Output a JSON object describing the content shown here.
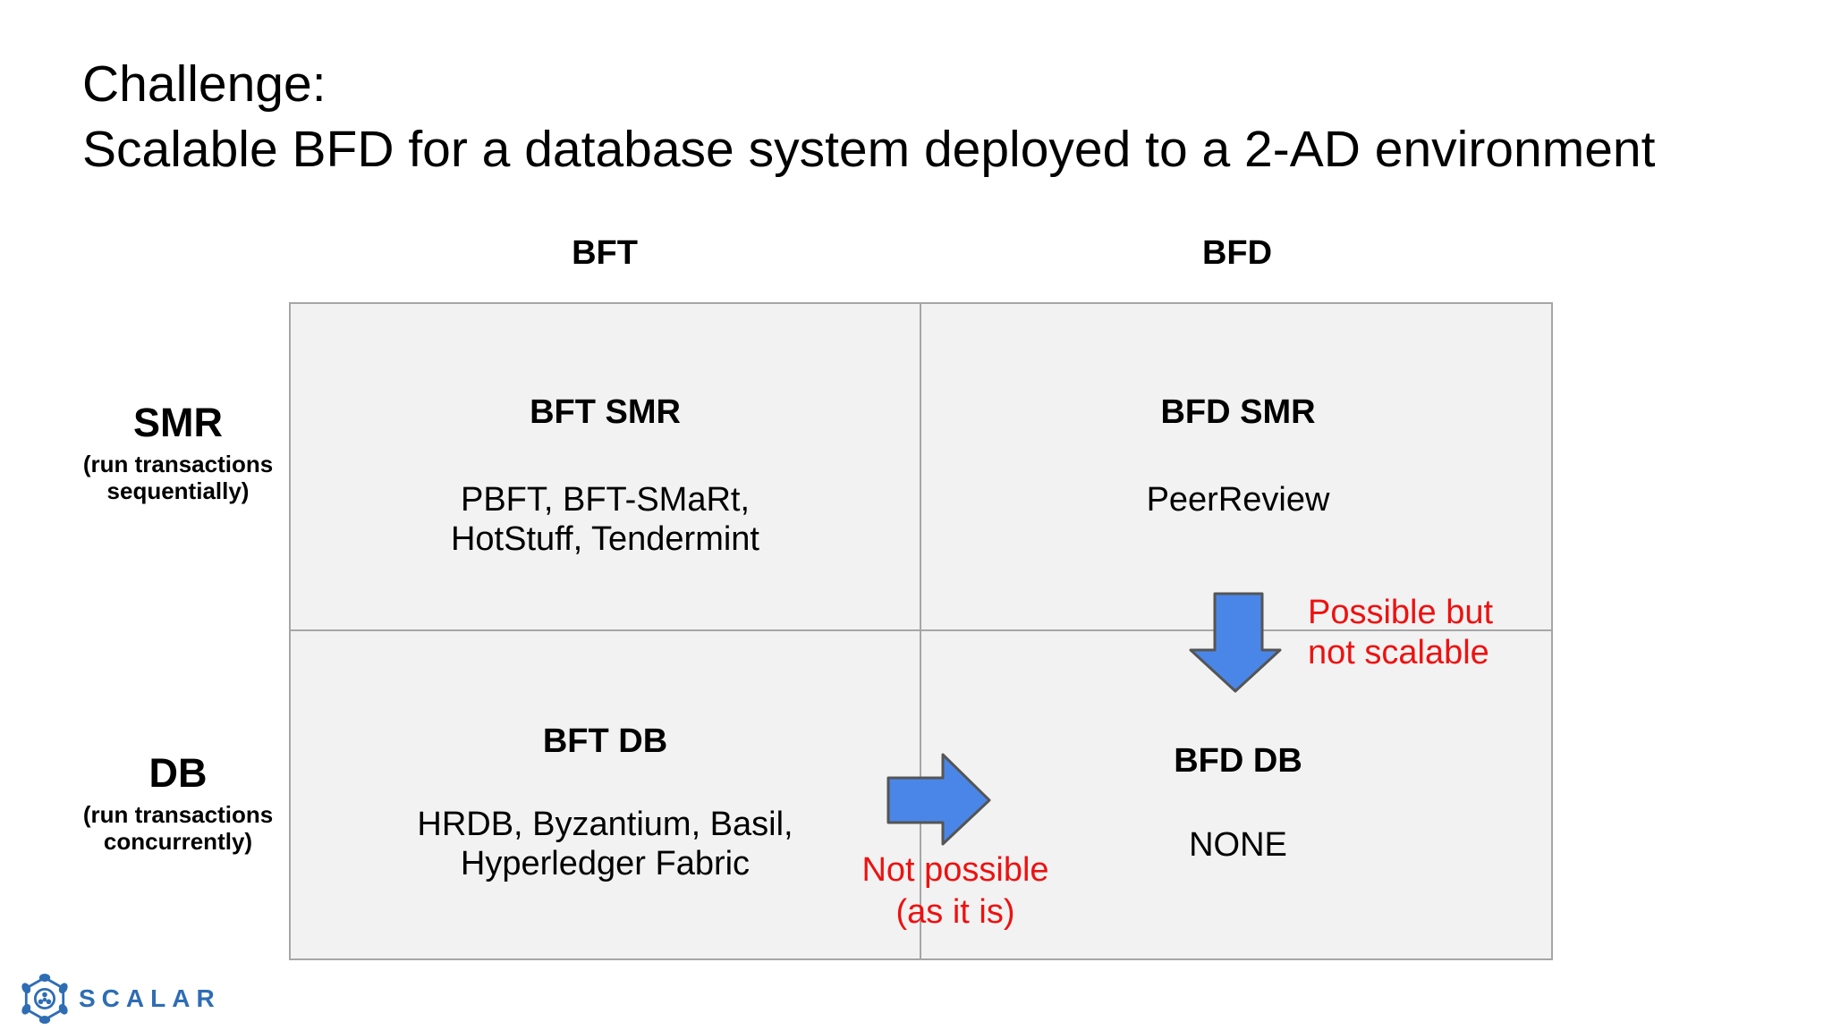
{
  "slide": {
    "title_line1": "Challenge:",
    "title_line2": "Scalable BFD for a database system deployed to a 2-AD environment"
  },
  "matrix": {
    "col_headers": [
      "BFT",
      "BFD"
    ],
    "row_headers": [
      {
        "title": "SMR",
        "sub_line1": "(run transactions",
        "sub_line2": "sequentially)"
      },
      {
        "title": "DB",
        "sub_line1": "(run transactions",
        "sub_line2": "concurrently)"
      }
    ],
    "cells": [
      {
        "title": "BFT SMR",
        "body": [
          "PBFT, BFT-SMaRt,",
          "HotStuff, Tendermint"
        ]
      },
      {
        "title": "BFD SMR",
        "body": [
          "PeerReview"
        ]
      },
      {
        "title": "BFT DB",
        "body": [
          "HRDB, Byzantium, Basil,",
          "Hyperledger Fabric"
        ]
      },
      {
        "title": "BFD DB",
        "body": [
          "NONE"
        ]
      }
    ]
  },
  "annotations": {
    "possible_but": {
      "line1": "Possible but",
      "line2": "not scalable"
    },
    "not_possible": {
      "line1": "Not possible",
      "line2": "(as it is)"
    }
  },
  "icons": {
    "down_arrow": "down-arrow-icon",
    "right_arrow": "right-arrow-icon",
    "scalar_emblem": "scalar-hexagon-logo-icon"
  },
  "footer": {
    "logo_text": "SCALAR"
  },
  "colors": {
    "arrow_blue": "#4a86e8",
    "arrow_border": "#555555",
    "annotation_red": "#ee1111",
    "cell_background": "#f2f2f2",
    "grid_border": "#a6a6a6",
    "logo_blue": "#2e6db4",
    "text_black": "#000000"
  }
}
